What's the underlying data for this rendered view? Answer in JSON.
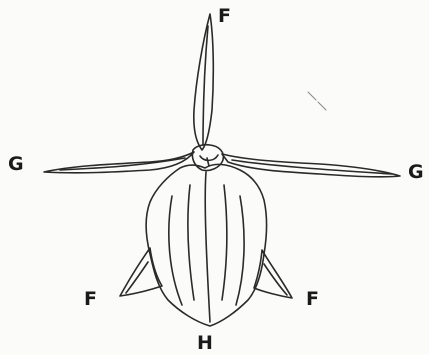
{
  "labels": {
    "f_top": "F",
    "g_left": "G",
    "g_right": "G",
    "f_left": "F",
    "f_right": "F",
    "h_bottom": "H"
  },
  "colors": {
    "ink": "#2a2a2a",
    "paper": "#fbfbfa"
  }
}
